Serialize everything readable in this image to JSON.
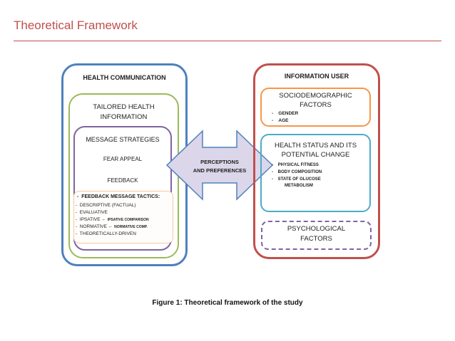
{
  "slide": {
    "title": "Theoretical Framework"
  },
  "diagram": {
    "left": {
      "outer_title": "HEALTH COMMUNICATION",
      "tailored_line1": "TAILORED HEALTH",
      "tailored_line2": "INFORMATION",
      "strategies_title": "MESSAGE STRATEGIES",
      "fear_appeal": "FEAR APPEAL",
      "feedback": "FEEDBACK",
      "tactics_title": "FEEDBACK MESSAGE TACTICS:",
      "tactics": [
        "DESCRIPTIVE (FACTUAL)",
        "EVALUATIVE",
        "IPSATIVE",
        "NORMATIVE",
        "THEORETICALLY-DRIVEN"
      ],
      "ipsative_note": "IPSATIVE COMPARISON",
      "normative_note": "NORMATIVE COMP."
    },
    "arrow": {
      "line1": "PERCEPTIONS",
      "line2": "AND PREFERENCES"
    },
    "right": {
      "outer_title": "INFORMATION USER",
      "socio_line1": "SOCIODEMOGRAPHIC",
      "socio_line2": "FACTORS",
      "socio_items": [
        "GENDER",
        "AGE"
      ],
      "health_line1": "HEALTH STATUS AND ITS",
      "health_line2": "POTENTIAL CHANGE",
      "health_items": [
        "PHYSICAL FITNESS",
        "BODY COMPOSITION",
        "STATE OF GLUCOSE",
        "METABOLISM"
      ],
      "psych_line1": "PSYCHOLOGICAL",
      "psych_line2": "FACTORS"
    },
    "caption": "Figure 1: Theoretical framework of the study",
    "colors": {
      "blue": "#4f81bd",
      "green": "#9bbb59",
      "purple": "#8064a2",
      "orange": "#f79646",
      "cyan": "#4bacc6",
      "red": "#c0504d",
      "arrow_fill": "#dcd6ea"
    }
  }
}
